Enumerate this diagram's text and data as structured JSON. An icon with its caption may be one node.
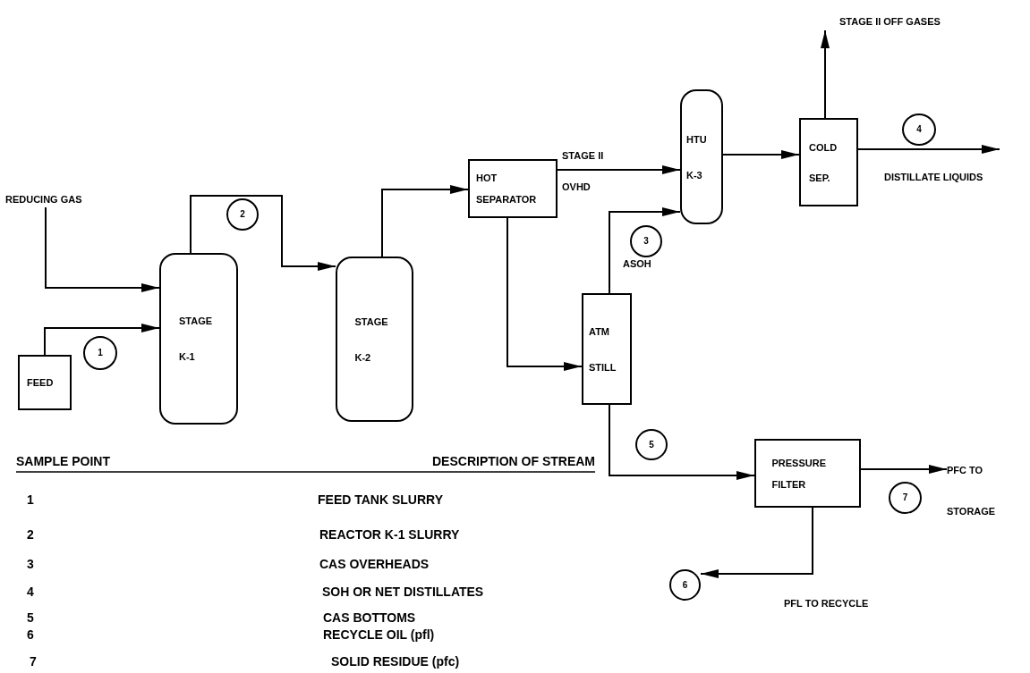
{
  "diagram": {
    "nodes": [
      {
        "text": [
          "REDUCING GAS"
        ]
      },
      {
        "text": [
          "FEED"
        ]
      },
      {
        "text": [
          "1"
        ]
      },
      {
        "text": [
          "STAGE K-1"
        ]
      },
      {
        "text": [
          "2"
        ]
      },
      {
        "text": [
          "STAGE K-2"
        ]
      },
      {
        "text": [
          "HOT SEPARATOR"
        ]
      },
      {
        "text": [
          "HTU K-3"
        ]
      },
      {
        "text": [
          "COLD SEP."
        ]
      },
      {
        "text": [
          "4"
        ]
      },
      {
        "text": [
          "3"
        ]
      },
      {
        "text": [
          "ATM STILL"
        ]
      },
      {
        "text": [
          "5"
        ]
      },
      {
        "text": [
          "PRESSURE FILTER"
        ]
      },
      {
        "text": [
          "7"
        ]
      },
      {
        "text": [
          "6"
        ]
      },
      {
        "text": [
          "STAGE II OFF GASES"
        ]
      },
      {
        "text": [
          "PFC TO STORAGE"
        ]
      }
    ],
    "edges": [
      {
        "from": 0,
        "to": 3,
        "arrow": "to"
      },
      {
        "from": 1,
        "to": 3,
        "arrow": "to"
      },
      {
        "from": 3,
        "to": 5,
        "arrow": "to"
      },
      {
        "from": 5,
        "to": 6,
        "arrow": "to"
      },
      {
        "from": 6,
        "to": 7,
        "arrow": "to"
      },
      {
        "from": 6,
        "to": 11,
        "arrow": "to"
      },
      {
        "from": 11,
        "to": 7,
        "arrow": "to",
        "label": "ASOH"
      },
      {
        "from": 7,
        "to": 8,
        "arrow": "to"
      },
      {
        "from": 8,
        "to": 16,
        "arrow": "to"
      },
      {
        "from": 8,
        "to": null,
        "arrow": "to"
      },
      {
        "from": 11,
        "to": 13,
        "arrow": "to"
      },
      {
        "from": 13,
        "to": 17,
        "arrow": "to"
      },
      {
        "from": 13,
        "to": 15,
        "arrow": "to"
      }
    ],
    "labels": [
      "STAGE II",
      "OVHD",
      "DISTILLATE LIQUIDS",
      "PFL TO RECYCLE",
      "SAMPLE POINT",
      "DESCRIPTION OF STREAM",
      "1",
      "FEED TANK SLURRY",
      "2",
      "REACTOR K-1 SLURRY",
      "3",
      "CAS OVERHEADS",
      "4",
      "SOH OR NET DISTILLATES",
      "5",
      "CAS BOTTOMS",
      "6",
      "RECYCLE OIL (pfl)",
      "7",
      "SOLID RESIDUE (pfc)"
    ]
  }
}
